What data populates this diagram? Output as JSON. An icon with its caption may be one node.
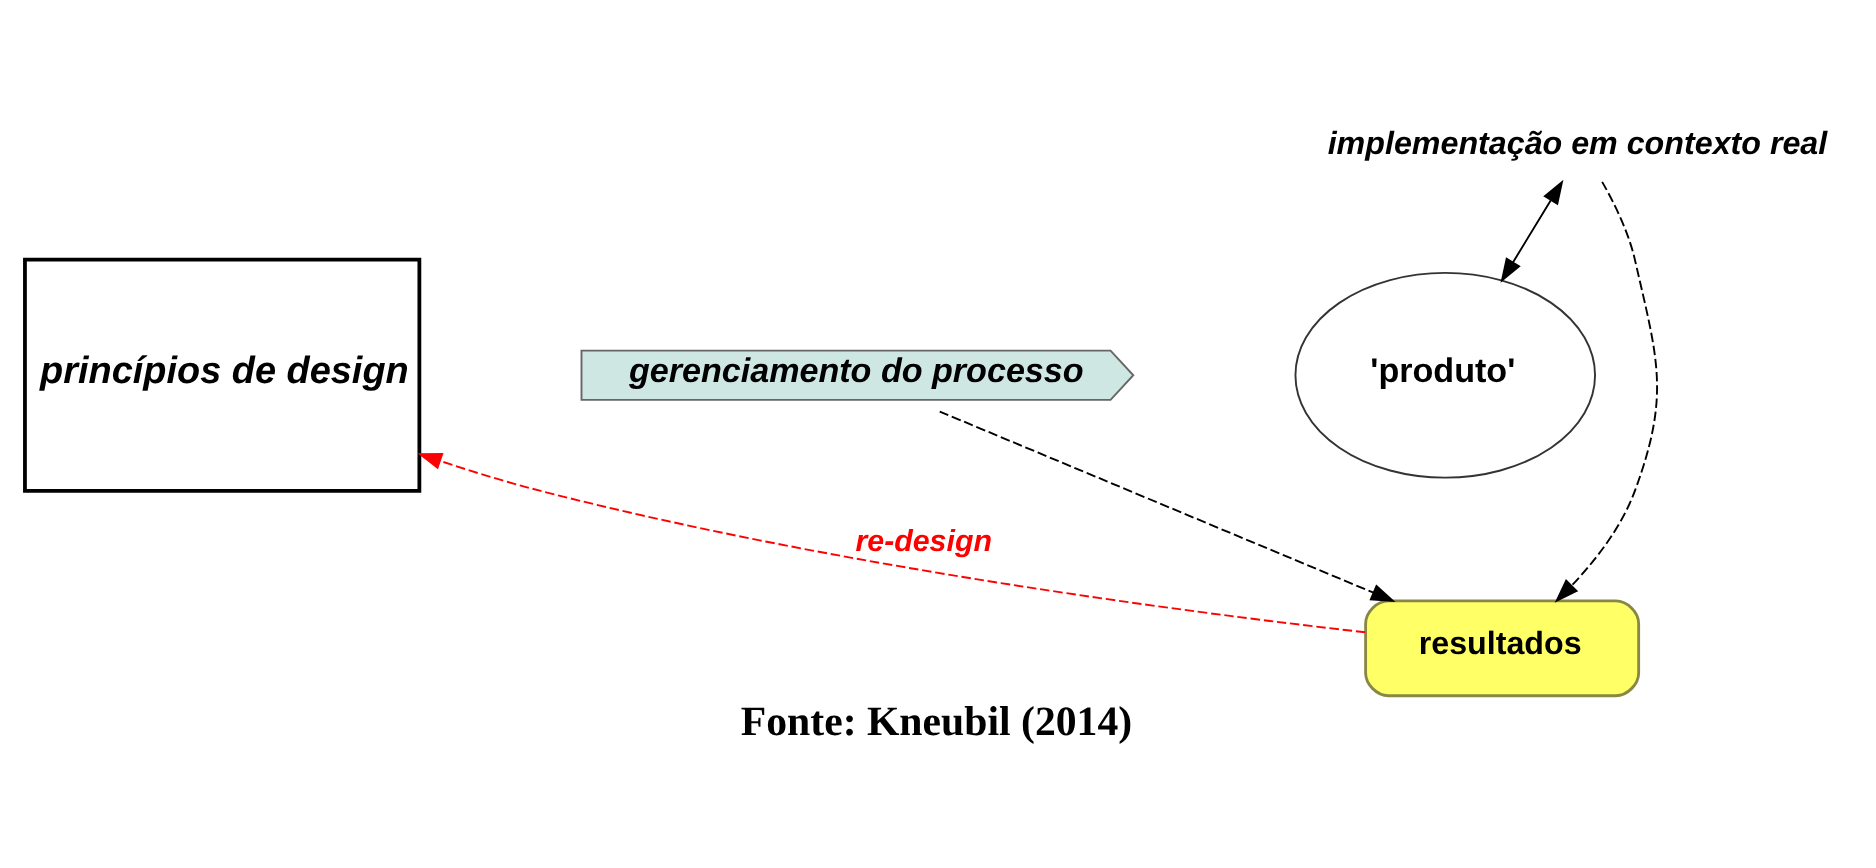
{
  "diagram": {
    "caption": "Fonte: Kneubil (2014)",
    "nodes": [
      {
        "text": [
          "princípios de design"
        ]
      },
      {
        "text": [
          "gerenciamento do processo"
        ]
      },
      {
        "text": [
          "'produto'"
        ]
      },
      {
        "text": [
          "implementação em contexto real"
        ]
      },
      {
        "text": [
          "resultados"
        ]
      }
    ],
    "edges": [
      {
        "from": 3,
        "to": 2,
        "arrow": "both"
      },
      {
        "from": 1,
        "to": 4,
        "arrow": "to",
        "style": "dashed"
      },
      {
        "from": 3,
        "to": 4,
        "arrow": "to",
        "style": "dashed"
      },
      {
        "from": 4,
        "to": 0,
        "arrow": "to",
        "style": "dashed",
        "color": "#ff0000",
        "label": "re-design"
      }
    ]
  }
}
